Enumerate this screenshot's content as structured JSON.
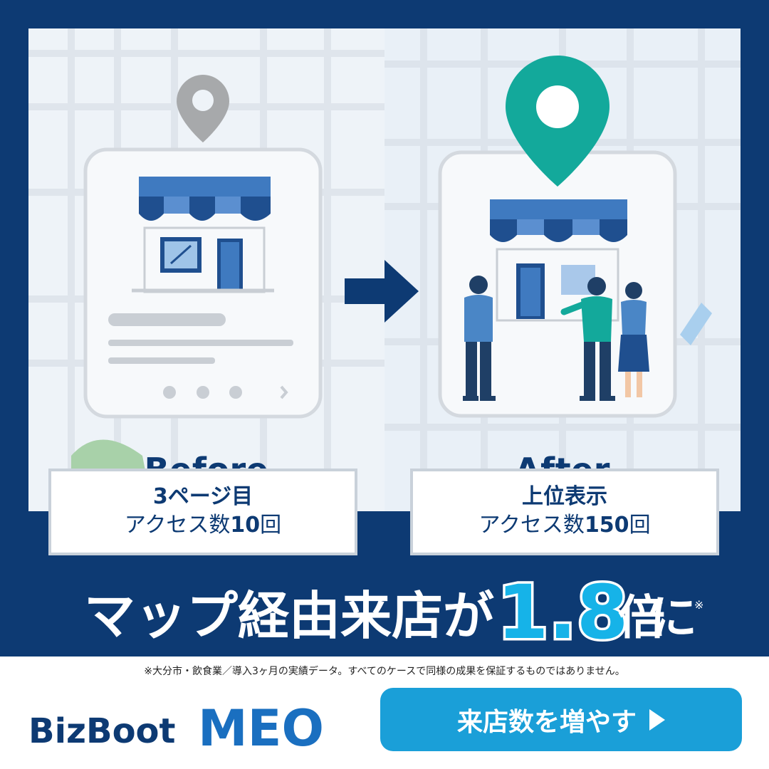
{
  "before": {
    "label": "Before",
    "stat_line1": "3ページ目",
    "stat_prefix": "アクセス数",
    "stat_number": "10",
    "stat_suffix": "回"
  },
  "after": {
    "label": "After",
    "stat_line1": "上位表示",
    "stat_prefix": "アクセス数",
    "stat_number": "150",
    "stat_suffix": "回"
  },
  "headline": {
    "text": "マップ経由来店が",
    "number": "1.8",
    "unit": "倍",
    "suffix": "に",
    "mark": "※"
  },
  "disclaimer": "※大分市・飲食業／導入3ヶ月の実績データ。すべてのケースで同様の成果を保証するものではありません。",
  "brand": {
    "name_part1": "BizBoot",
    "name_part2": "MEO"
  },
  "cta": {
    "label": "来店数を増やす"
  },
  "colors": {
    "navy": "#0d3a73",
    "accent_teal": "#13a99b",
    "cta_blue": "#1a9fd8"
  },
  "icons": {
    "before_pin": "gray-map-pin-icon",
    "after_pin": "teal-map-pin-icon",
    "arrow": "right-arrow-icon",
    "play": "play-triangle-icon"
  }
}
